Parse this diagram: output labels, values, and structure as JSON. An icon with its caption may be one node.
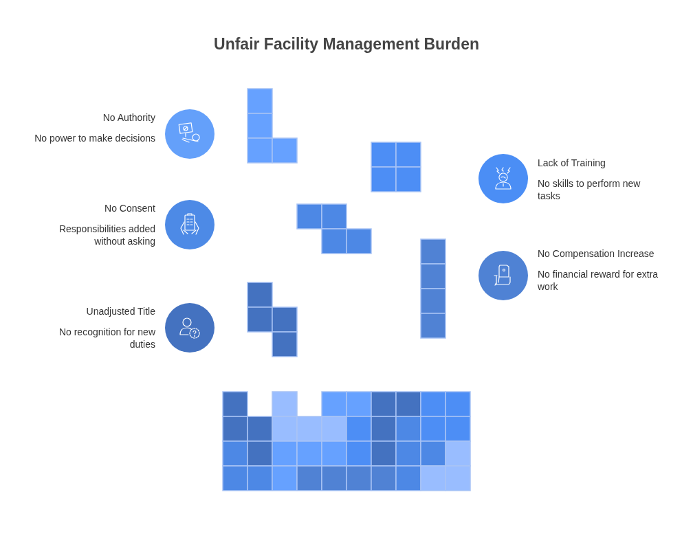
{
  "diagram": {
    "title": "Unfair Facility Management Burden",
    "nodes": [
      {
        "text": [
          "No Authority",
          "No power to make decisions"
        ]
      },
      {
        "text": [
          "No Consent",
          "Responsibilities added without asking"
        ]
      },
      {
        "text": [
          "Unadjusted Title",
          "No recognition for new duties"
        ]
      },
      {
        "text": [
          "Lack of Training",
          "No skills to perform new tasks"
        ]
      },
      {
        "text": [
          "No Compensation Increase",
          "No financial reward for extra work"
        ]
      }
    ]
  }
}
